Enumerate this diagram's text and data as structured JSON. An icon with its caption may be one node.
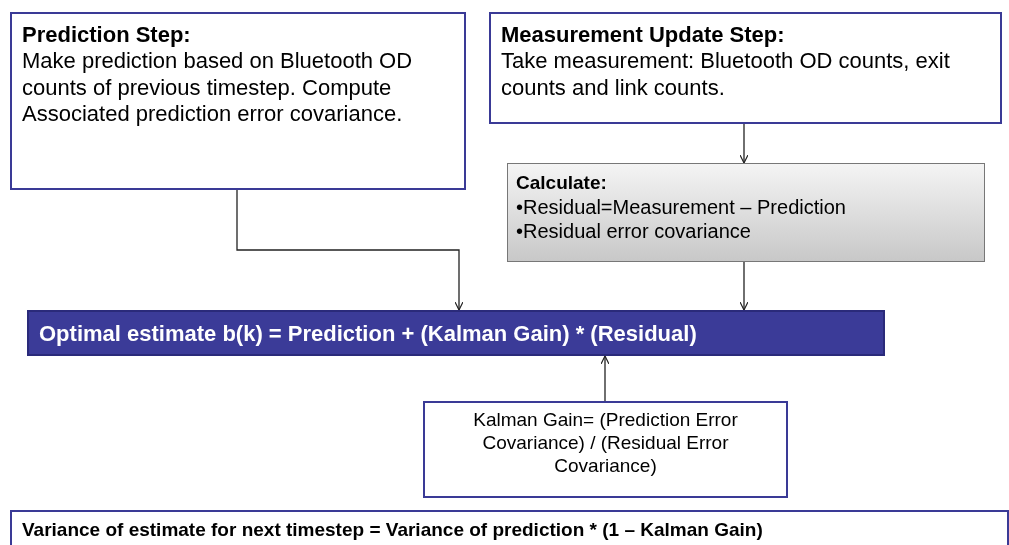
{
  "diagram": {
    "nodes": [
      {
        "text": [
          "Prediction Step:",
          "Make prediction based on Bluetooth OD counts of previous timestep.  Compute Associated prediction error covariance."
        ]
      },
      {
        "text": [
          "Measurement Update Step:",
          "Take measurement: Bluetooth OD counts, exit counts and link counts."
        ]
      },
      {
        "text": [
          "Calculate:",
          "•Residual=Measurement – Prediction",
          "•Residual error covariance"
        ]
      },
      {
        "text": [
          "Optimal estimate b(k) = Prediction + (Kalman Gain) * (Residual)"
        ]
      },
      {
        "text": [
          "Kalman Gain= (Prediction Error Covariance) / (Residual Error Covariance)"
        ]
      },
      {
        "text": [
          "Variance of estimate for next  timestep = Variance of prediction * (1  – Kalman Gain)"
        ]
      }
    ],
    "edges": [
      {
        "from": 0,
        "to": 3,
        "arrow": "to"
      },
      {
        "from": 1,
        "to": 2,
        "arrow": "to"
      },
      {
        "from": 2,
        "to": 3,
        "arrow": "to"
      },
      {
        "from": 4,
        "to": 3,
        "arrow": "to"
      }
    ]
  }
}
